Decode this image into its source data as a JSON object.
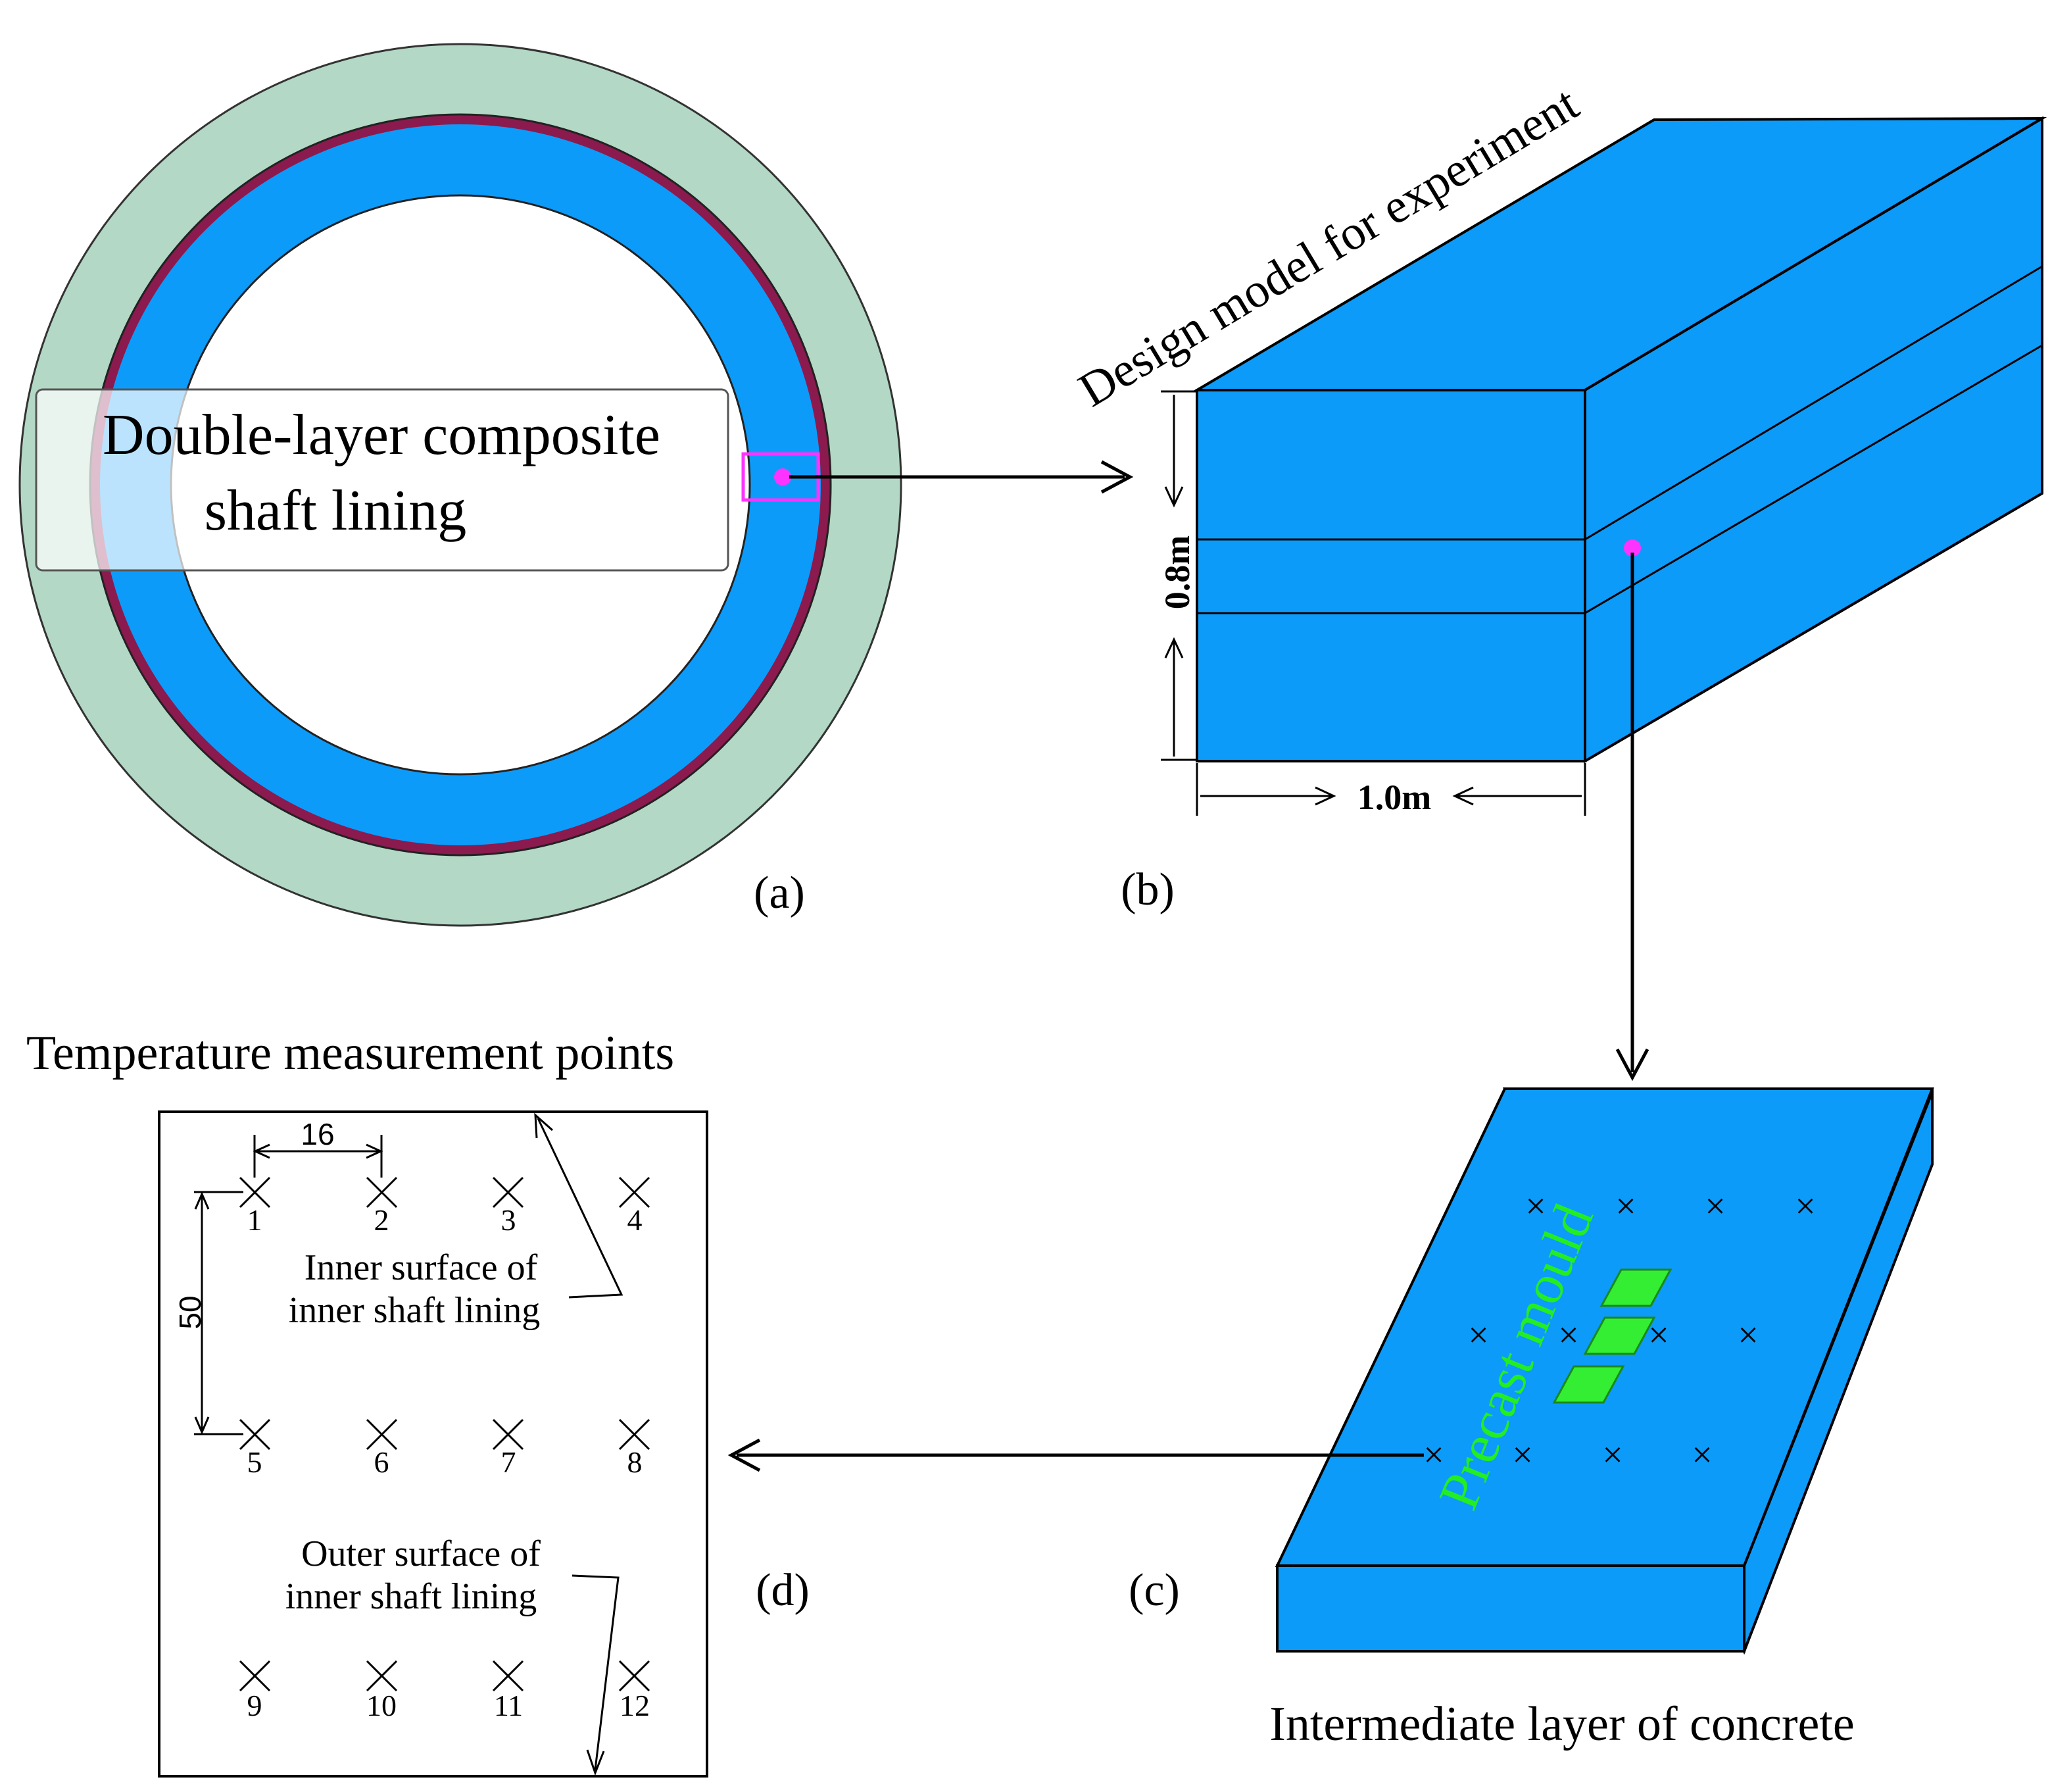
{
  "panel_a": {
    "label": "(a)",
    "callout_line1": "Double-layer composite",
    "callout_line2": "shaft lining",
    "colors": {
      "outer_ring": "#b4d8c6",
      "inner_lining": "#0d9bfa",
      "interlayer": "#8b1a4f",
      "marker": "#ff33ff"
    }
  },
  "panel_b": {
    "label": "(b)",
    "title": "Design model for experiment",
    "height_dim": "0.8m",
    "width_dim": "1.0m",
    "colors": {
      "block": "#0d9bfa"
    }
  },
  "panel_c": {
    "label": "(c)",
    "caption": "Intermediate layer of concrete",
    "mould_label": "Precast mould",
    "colors": {
      "slab": "#0d9bfa",
      "mould": "#33ee33"
    }
  },
  "panel_d": {
    "label": "(d)",
    "title": "Temperature measurement points",
    "spacing_h": "16",
    "spacing_v": "50",
    "inner_note_line1": "Inner surface of",
    "inner_note_line2": "inner shaft lining",
    "outer_note_line1": "Outer surface of",
    "outer_note_line2": "inner shaft lining",
    "points": [
      "1",
      "2",
      "3",
      "4",
      "5",
      "6",
      "7",
      "8",
      "9",
      "10",
      "11",
      "12"
    ]
  }
}
